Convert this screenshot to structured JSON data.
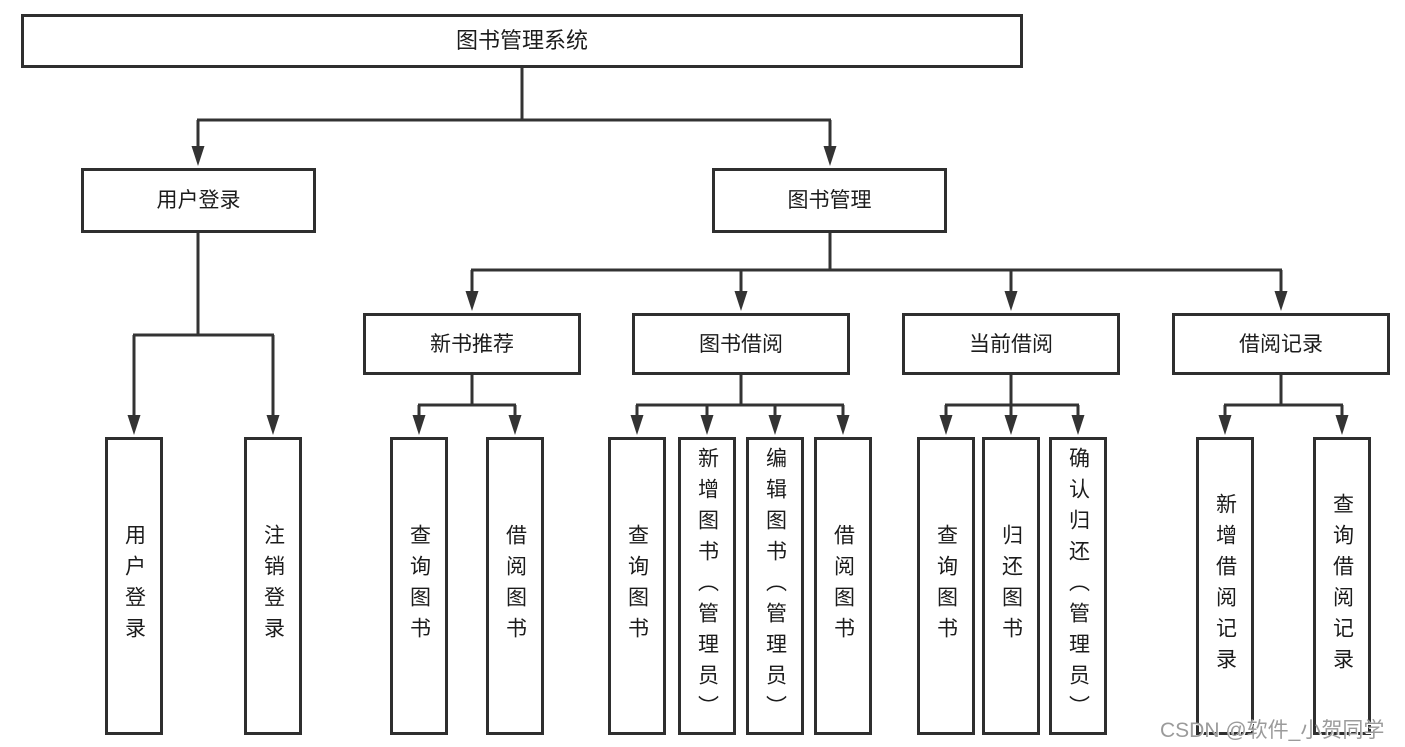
{
  "root": {
    "label": "图书管理系统"
  },
  "user_login": {
    "label": "用户登录",
    "children": {
      "login": {
        "label": "用户登录"
      },
      "logout": {
        "label": "注销登录"
      }
    }
  },
  "book_mgmt": {
    "label": "图书管理",
    "children": {
      "new_book": {
        "label": "新书推荐",
        "children": {
          "query": {
            "label": "查询图书"
          },
          "borrow": {
            "label": "借阅图书"
          }
        }
      },
      "borrowing": {
        "label": "图书借阅",
        "children": {
          "query": {
            "label": "查询图书"
          },
          "add": {
            "label": "新增图书（管理员）"
          },
          "edit": {
            "label": "编辑图书（管理员）"
          },
          "borrow": {
            "label": "借阅图书"
          }
        }
      },
      "current": {
        "label": "当前借阅",
        "children": {
          "query": {
            "label": "查询图书"
          },
          "return": {
            "label": "归还图书"
          },
          "confirm": {
            "label": "确认归还（管理员）"
          }
        }
      },
      "records": {
        "label": "借阅记录",
        "children": {
          "add": {
            "label": "新增借阅记录"
          },
          "query": {
            "label": "查询借阅记录"
          }
        }
      }
    }
  },
  "watermark": {
    "text": "CSDN @软件_小贺同学"
  },
  "colors": {
    "line": "#333333",
    "box_border": "#2f2f2f",
    "text": "#1c1c1c",
    "watermark": "#9b9b9b",
    "background": "#ffffff"
  }
}
